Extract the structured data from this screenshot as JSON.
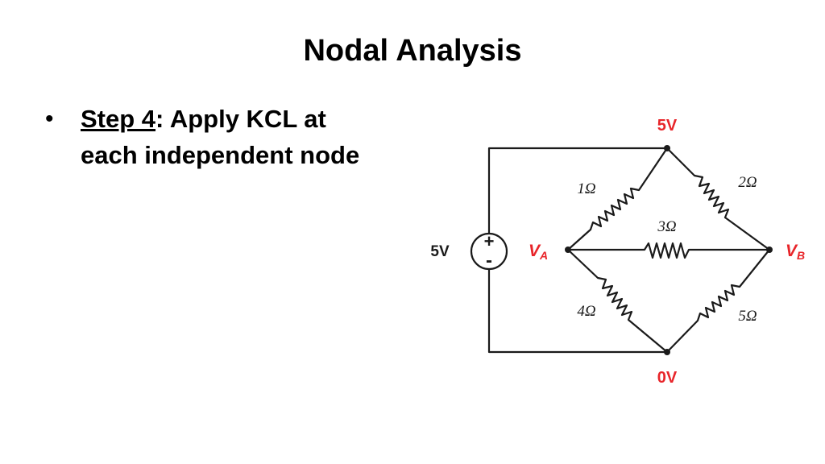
{
  "slide": {
    "title": "Nodal Analysis",
    "bullet": {
      "step_label": "Step 4",
      "text_after": ": Apply KCL at each independent node"
    }
  },
  "circuit": {
    "top_node_voltage": "5V",
    "bottom_node_voltage": "0V",
    "source_voltage": "5V",
    "source_plus": "+",
    "source_minus": "-",
    "node_a": {
      "main": "V",
      "sub": "A"
    },
    "node_b": {
      "main": "V",
      "sub": "B"
    },
    "resistors": [
      "1Ω",
      "2Ω",
      "3Ω",
      "4Ω",
      "5Ω"
    ],
    "colors": {
      "node_label": "#e8252a",
      "wire": "#1a1a1a"
    }
  }
}
